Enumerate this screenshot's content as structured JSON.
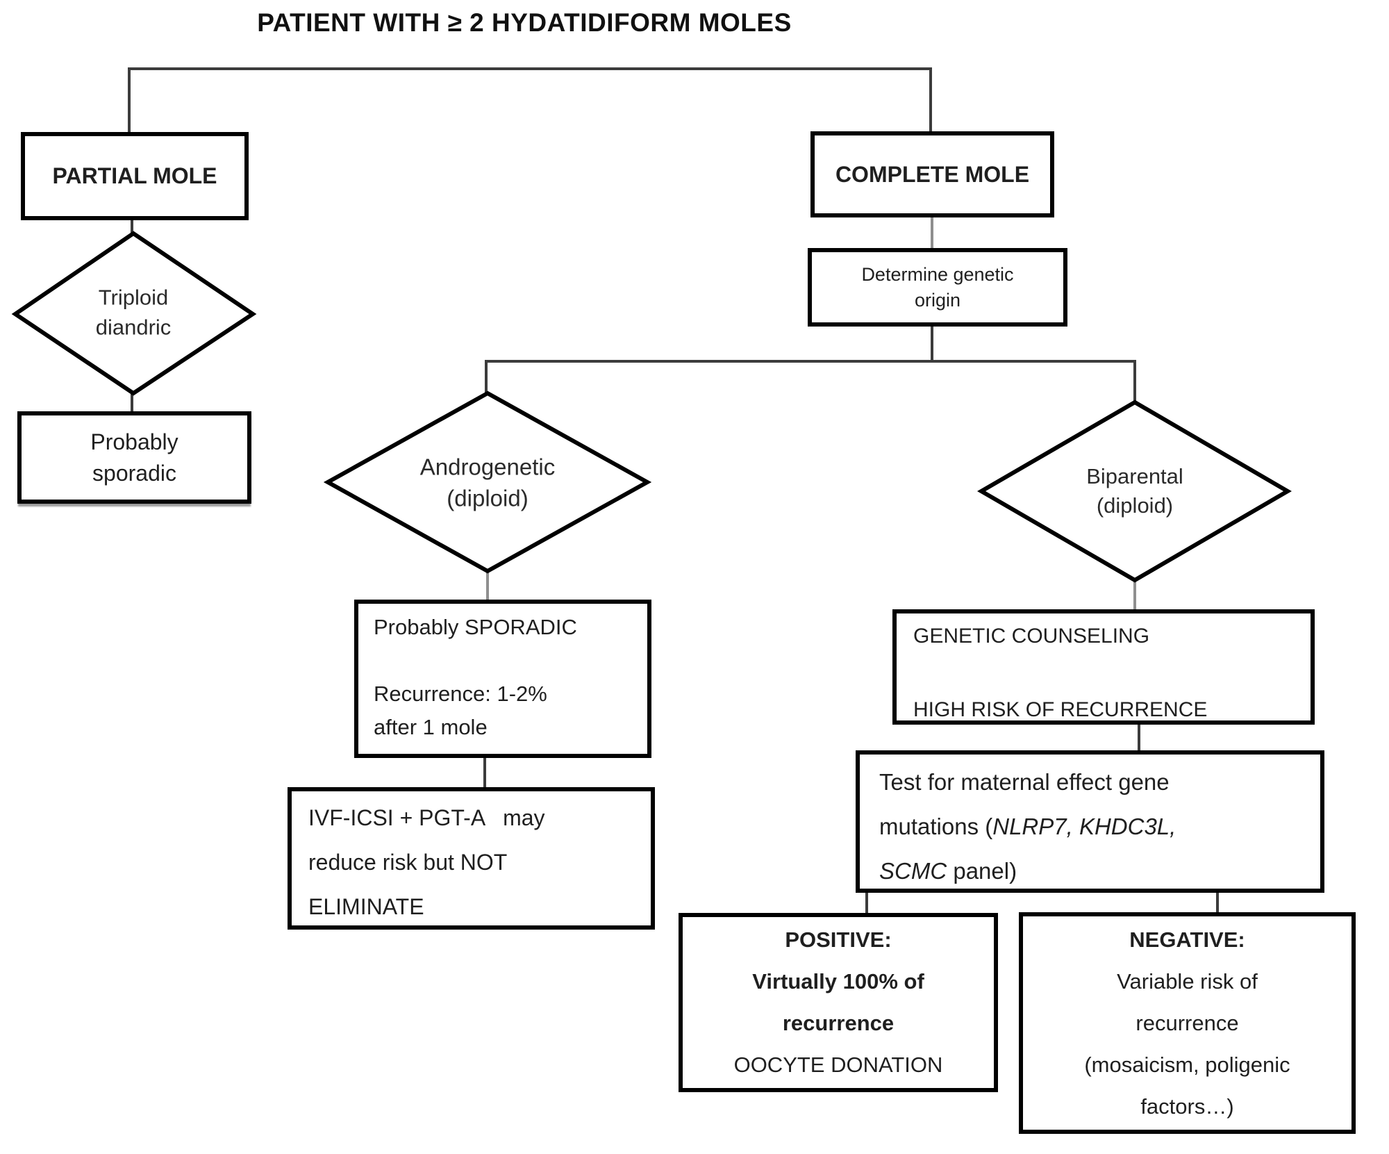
{
  "title": "PATIENT WITH ≥ 2 HYDATIDIFORM MOLES",
  "colors": {
    "border": "#000000",
    "line": "#3c3c3c",
    "line_gray": "#8f8f8f",
    "text": "#1f1f1f"
  },
  "nodes": {
    "partial_mole": {
      "label": "PARTIAL MOLE"
    },
    "triploid_diamond": {
      "label": "Triploid\ndiandric"
    },
    "probably_sporadic": {
      "label": "Probably\nsporadic"
    },
    "complete_mole": {
      "label": "COMPLETE MOLE"
    },
    "determine_origin": {
      "label": "Determine genetic\norigin"
    },
    "androgenetic_diamond": {
      "label": "Androgenetic\n(diploid)"
    },
    "biparental_diamond": {
      "label": "Biparental\n(diploid)"
    },
    "sporadic_recurrence": {
      "label": "Probably SPORADIC\n\nRecurrence: 1-2%\nafter 1 mole"
    },
    "ivf": {
      "label": "IVF-ICSI + PGT-A   may\nreduce risk but NOT\nELIMINATE"
    },
    "genetic_counseling": {
      "label": "GENETIC COUNSELING\n\nHIGH RISK OF RECURRENCE"
    },
    "test_maternal": {
      "line1": "Test for maternal effect gene",
      "line2_regular": "mutations (",
      "line2_italic": "NLRP7, KHDC3L,",
      "line3_italic": "SCMC",
      "line3_regular": " panel)"
    },
    "positive": {
      "bold": "POSITIVE:\nVirtually 100% of\nrecurrence",
      "regular": "OOCYTE DONATION"
    },
    "negative": {
      "bold": "NEGATIVE:",
      "regular": "Variable risk of\nrecurrence\n(mosaicism, poligenic\nfactors…)"
    }
  }
}
